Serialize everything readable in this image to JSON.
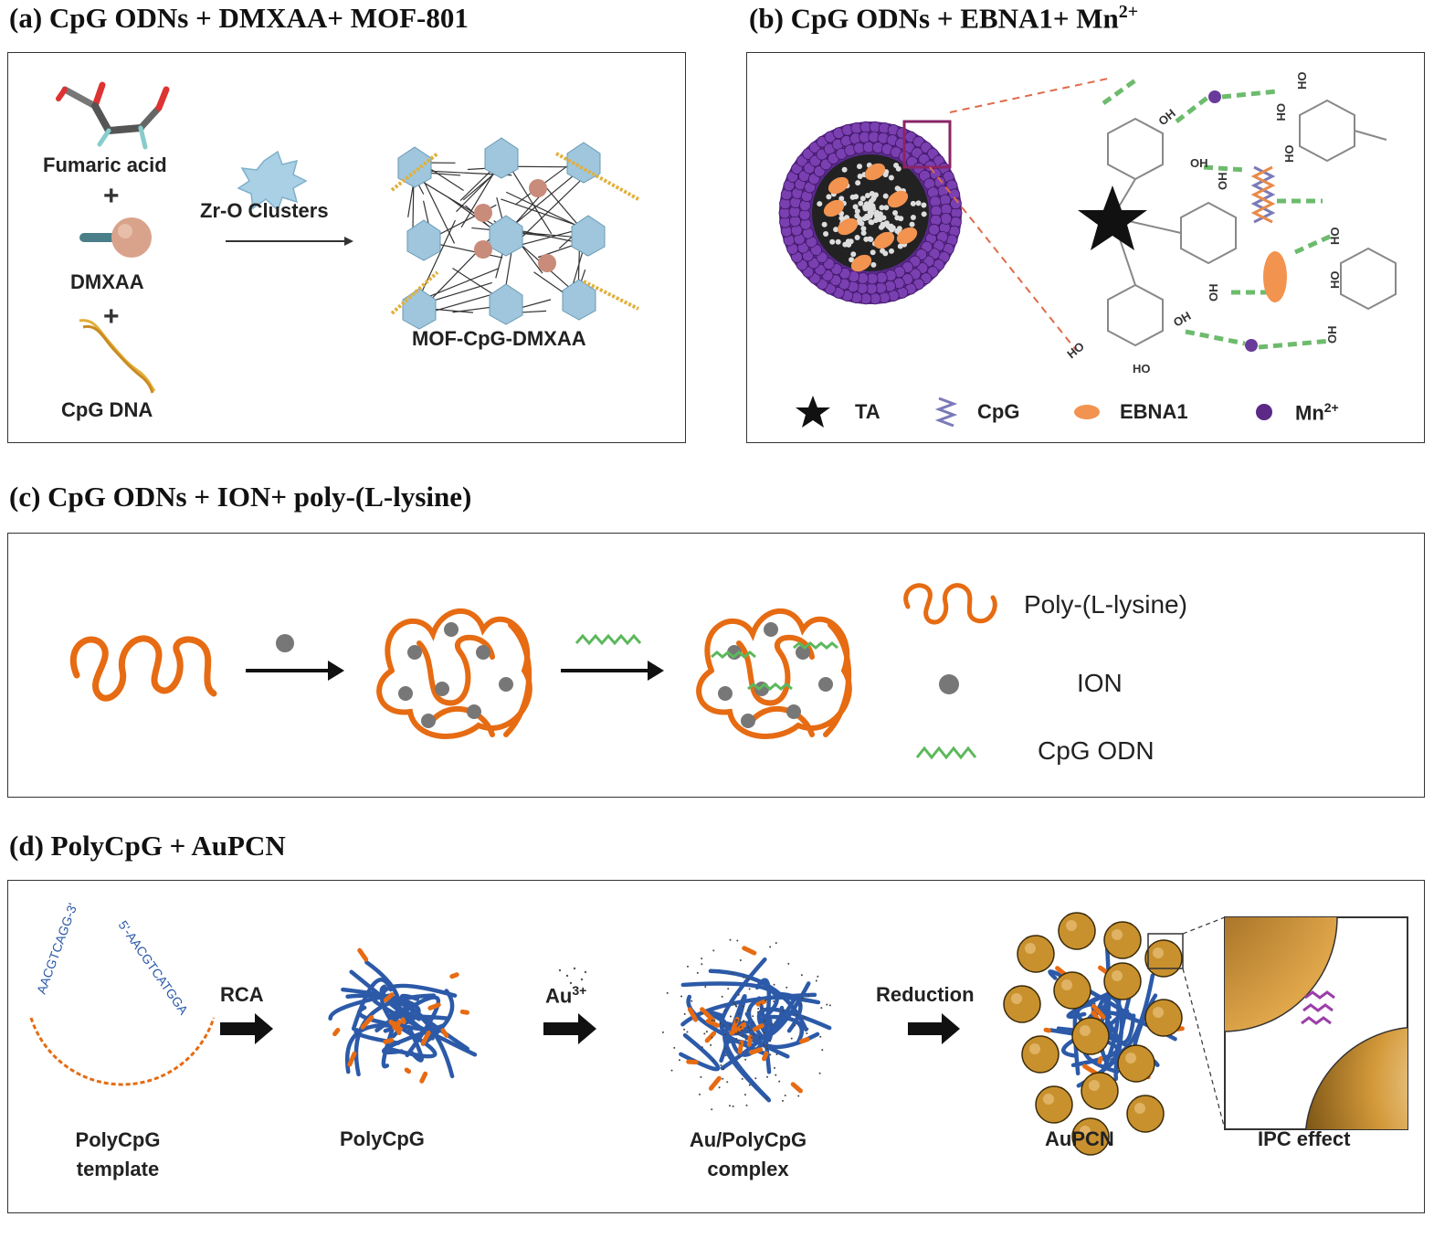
{
  "panel_a": {
    "title": "(a) CpG ODNs + DMXAA+ MOF-801",
    "fumaric": "Fumaric acid",
    "plus": "+",
    "dmxaa": "DMXAA",
    "cpg_dna": "CpG DNA",
    "zr": "Zr-O Clusters",
    "product": "MOF-CpG-DMXAA"
  },
  "panel_b": {
    "title": "(b) CpG ODNs + EBNA1+ Mn",
    "title_sup": "2+",
    "legend": {
      "ta": "TA",
      "cpg": "CpG",
      "ebna1": "EBNA1",
      "mn": "Mn",
      "mn_sup": "2+"
    },
    "chem": {
      "oh": "OH",
      "ho": "HO"
    }
  },
  "panel_c": {
    "title": "(c) CpG ODNs + ION+ poly-(L-lysine)",
    "legend": {
      "pll": "Poly-(L-lysine)",
      "ion": "ION",
      "cpg": "CpG ODN"
    }
  },
  "panel_d": {
    "title": "(d) PolyCpG + AuPCN",
    "seq_left": "AACGTCAGG-3'",
    "seq_right": "5'-AACGTCATGGA",
    "template_l1": "PolyCpG",
    "template_l2": "template",
    "rca": "RCA",
    "polycpg": "PolyCpG",
    "au": "Au",
    "au_sup": "3+",
    "complex_l1": "Au/PolyCpG",
    "complex_l2": "complex",
    "reduction": "Reduction",
    "aupcn": "AuPCN",
    "ipc": "IPC effect"
  },
  "colors": {
    "orange": "#e66b12",
    "blue": "#2c5aa8",
    "purple": "#5b2a86",
    "green": "#5cb85c",
    "gold": "#b8862b",
    "mof_blue": "#9fc6dc"
  }
}
